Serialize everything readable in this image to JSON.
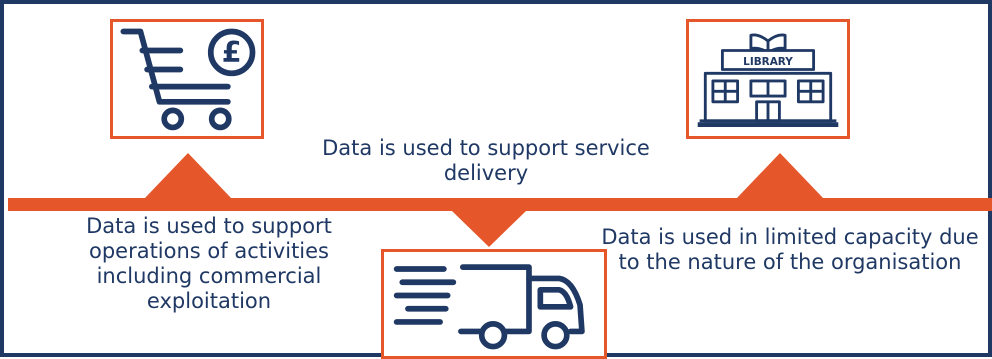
{
  "colors": {
    "accent": "#e5562a",
    "text": "#1f3864",
    "border": "#1f3864",
    "icon": "#1f3864"
  },
  "icons": {
    "left": "shopping-cart-pound-icon",
    "center": "delivery-truck-icon",
    "right": "library-building-icon"
  },
  "library_sign": "LIBRARY",
  "stages": {
    "left": {
      "text": "Data is used to support operations of activities including commercial exploitation"
    },
    "center": {
      "text": "Data is used to support service delivery"
    },
    "right": {
      "text": "Data is used in limited capacity due to the nature of the organisation"
    }
  }
}
